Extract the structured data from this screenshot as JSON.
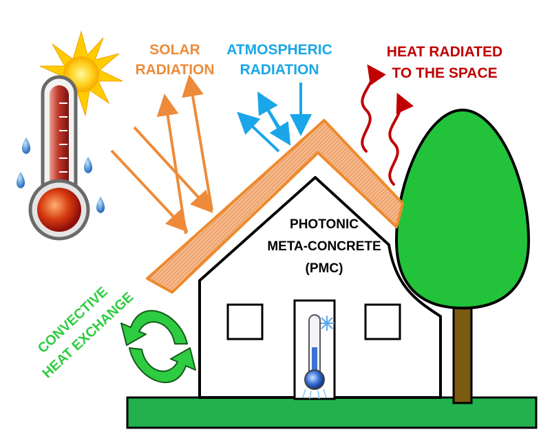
{
  "labels": {
    "solar_line1": "SOLAR",
    "solar_line2": "RADIATION",
    "atmo_line1": "ATMOSPHERIC",
    "atmo_line2": "RADIATION",
    "heat_line1": "HEAT RADIATED",
    "heat_line2": "TO THE SPACE",
    "pmc_line1": "PHOTONIC",
    "pmc_line2": "META-CONCRETE",
    "pmc_line3": "(PMC)",
    "conv_line1": "CONVECTIVE",
    "conv_line2": "HEAT EXCHANGE"
  },
  "colors": {
    "solar": "#ed8b3a",
    "atmospheric": "#1aa6e8",
    "heat": "#c00000",
    "convective": "#2ecc40",
    "ground": "#22b14c",
    "tree_canopy": "#22c33a",
    "trunk": "#7b5a12",
    "roof": "#f0a36a",
    "outline": "#000000"
  },
  "icons": {
    "sun": "sun-icon",
    "hot_thermometer": "hot-thermometer-icon",
    "cold_thermometer": "cold-thermometer-icon",
    "snowflake": "snowflake-icon",
    "sweat_drops": "sweat-drop-icon",
    "convection_arrows": "circular-arrows-icon",
    "tree": "tree-icon"
  }
}
